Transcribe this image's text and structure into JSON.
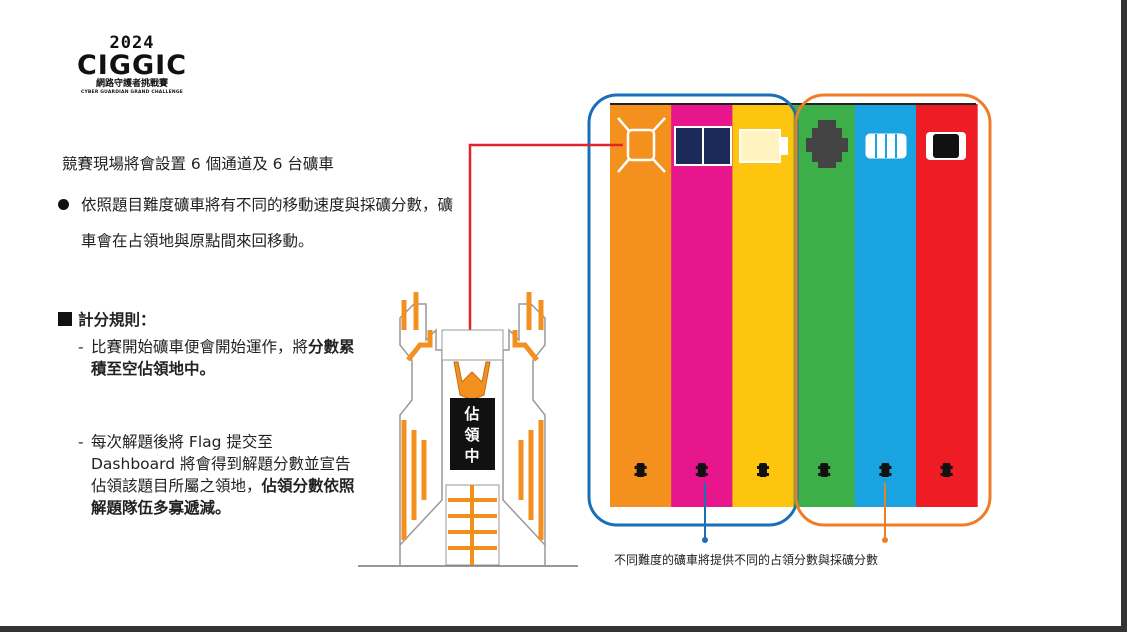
{
  "logo": {
    "year": "2024",
    "name": "CIGGIC",
    "chinese": "網路守護者挑戰賽",
    "english": "CYBER GUARDIAN GRAND CHALLENGE"
  },
  "intro": "競賽現場將會設置 6 個通道及 6 台礦車",
  "bullet": "依照題目難度礦車將有不同的移動速度與採礦分數，礦車會在占領地與原點間來回移動。",
  "rules": {
    "heading": "計分規則：",
    "rule1": {
      "dash": "-",
      "text": "比賽開始礦車便會開始運作，將",
      "bold": "分數累積至空佔領地中。"
    },
    "rule2": {
      "dash": "-",
      "text": "每次解題後將 Flag 提交至 Dashboard 將會得到解題分數並宣告佔領該題目所屬之領地，",
      "bold": "佔領分數依照解題隊伍多寡遞減。"
    }
  },
  "tower": {
    "label_chars": [
      "佔",
      "領",
      "中"
    ]
  },
  "lanes": {
    "colors": [
      "#f4901e",
      "#e8168c",
      "#fdc50d",
      "#3daf49",
      "#19a3e0",
      "#ee1c25"
    ]
  },
  "caption": "不同難度的礦車將提供不同的占領分數與採礦分數"
}
